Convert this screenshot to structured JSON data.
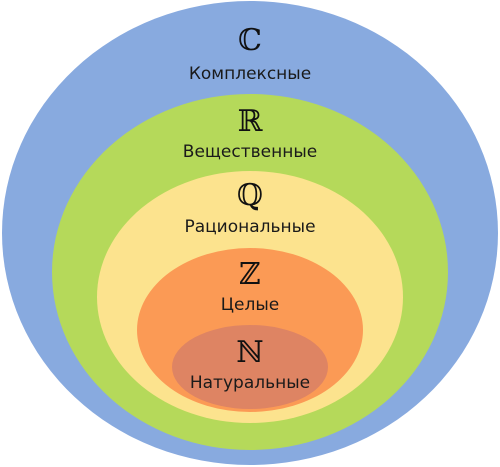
{
  "sets": [
    {
      "symbol": "ℂ",
      "label": "Комплексные",
      "color": "#88aadf"
    },
    {
      "symbol": "ℝ",
      "label": "Вещественные",
      "color": "#b5d95a"
    },
    {
      "symbol": "ℚ",
      "label": "Рациональные",
      "color": "#fce38e"
    },
    {
      "symbol": "ℤ",
      "label": "Целые",
      "color": "#fb9a55"
    },
    {
      "symbol": "ℕ",
      "label": "Натуральные",
      "color": "#de8463"
    }
  ]
}
